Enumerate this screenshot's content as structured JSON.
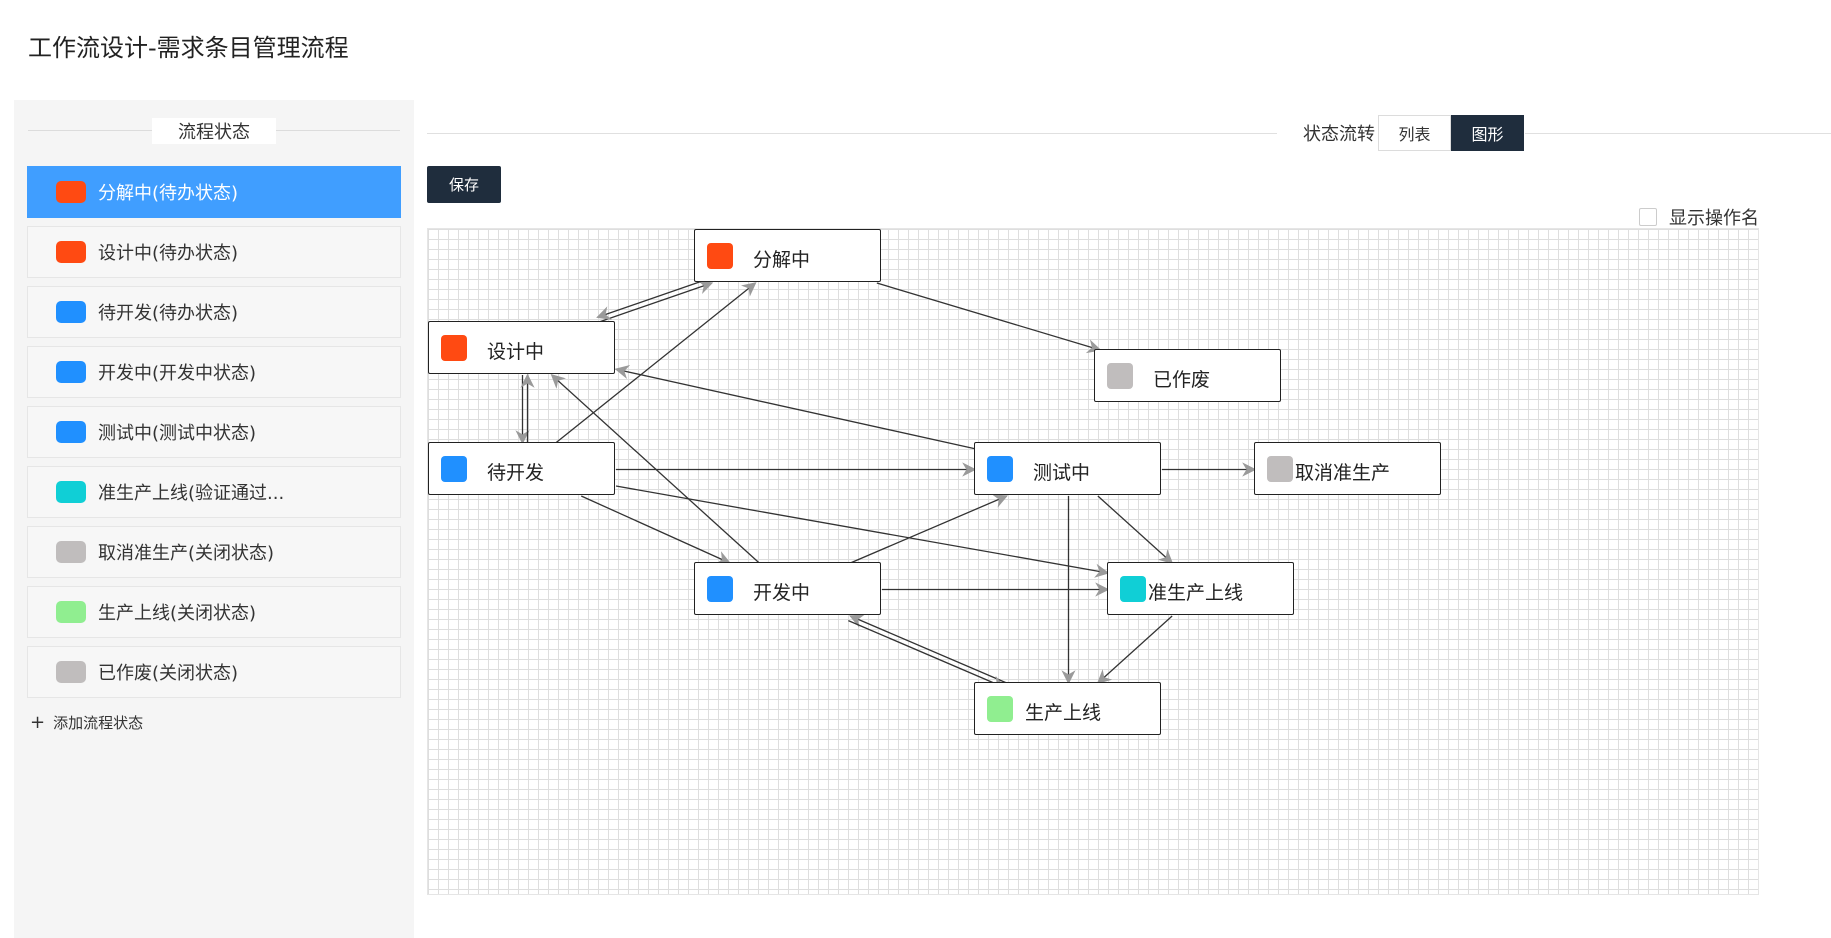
{
  "page": {
    "title": "工作流设计-需求条目管理流程"
  },
  "sidebar": {
    "header": "流程状态",
    "add_label": "添加流程状态",
    "items": [
      {
        "label": "分解中(待办状态)",
        "color": "#ff4a12",
        "active": true
      },
      {
        "label": "设计中(待办状态)",
        "color": "#ff4a12",
        "active": false
      },
      {
        "label": "待开发(待办状态)",
        "color": "#2090ff",
        "active": false
      },
      {
        "label": "开发中(开发中状态)",
        "color": "#2090ff",
        "active": false
      },
      {
        "label": "测试中(测试中状态)",
        "color": "#2090ff",
        "active": false
      },
      {
        "label": "准生产上线(验证通过...",
        "color": "#10cfd6",
        "active": false
      },
      {
        "label": "取消准生产(关闭状态)",
        "color": "#c0bdbd",
        "active": false
      },
      {
        "label": "生产上线(关闭状态)",
        "color": "#90ee90",
        "active": false
      },
      {
        "label": "已作废(关闭状态)",
        "color": "#c0bdbd",
        "active": false
      }
    ]
  },
  "main": {
    "flow_label": "状态流转",
    "tabs": [
      {
        "label": "列表",
        "active": false
      },
      {
        "label": "图形",
        "active": true
      }
    ],
    "save_label": "保存",
    "show_op_label": "显示操作名",
    "show_op_checked": false
  },
  "graph": {
    "nodes": [
      {
        "id": "fenjie",
        "label": "分解中",
        "color": "#ff4a12"
      },
      {
        "id": "sheji",
        "label": "设计中",
        "color": "#ff4a12"
      },
      {
        "id": "zuofei",
        "label": "已作废",
        "color": "#c0bdbd"
      },
      {
        "id": "daikaifa",
        "label": "待开发",
        "color": "#2090ff"
      },
      {
        "id": "ceshi",
        "label": "测试中",
        "color": "#2090ff"
      },
      {
        "id": "quxiao",
        "label": "取消准生产",
        "color": "#c0bdbd"
      },
      {
        "id": "kaifa",
        "label": "开发中",
        "color": "#2090ff"
      },
      {
        "id": "zhunsheng",
        "label": "准生产上线",
        "color": "#10cfd6"
      },
      {
        "id": "shengchan",
        "label": "生产上线",
        "color": "#90ee90"
      }
    ],
    "edges": [
      {
        "from": "sheji",
        "to": "fenjie"
      },
      {
        "from": "fenjie",
        "to": "sheji"
      },
      {
        "from": "daikaifa",
        "to": "fenjie"
      },
      {
        "from": "fenjie",
        "to": "zuofei"
      },
      {
        "from": "sheji",
        "to": "daikaifa"
      },
      {
        "from": "daikaifa",
        "to": "sheji"
      },
      {
        "from": "ceshi",
        "to": "sheji"
      },
      {
        "from": "kaifa",
        "to": "sheji"
      },
      {
        "from": "daikaifa",
        "to": "ceshi"
      },
      {
        "from": "ceshi",
        "to": "quxiao"
      },
      {
        "from": "daikaifa",
        "to": "kaifa"
      },
      {
        "from": "daikaifa",
        "to": "zhunsheng"
      },
      {
        "from": "kaifa",
        "to": "ceshi"
      },
      {
        "from": "kaifa",
        "to": "zhunsheng"
      },
      {
        "from": "ceshi",
        "to": "zhunsheng"
      },
      {
        "from": "ceshi",
        "to": "shengchan"
      },
      {
        "from": "zhunsheng",
        "to": "shengchan"
      },
      {
        "from": "shengchan",
        "to": "kaifa"
      },
      {
        "from": "kaifa",
        "to": "shengchan"
      }
    ]
  }
}
